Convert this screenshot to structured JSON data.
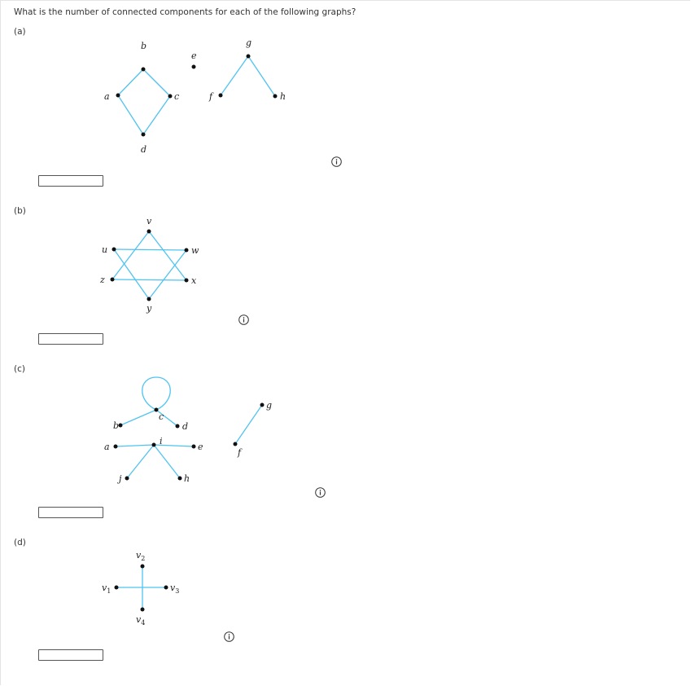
{
  "question": "What is the number of connected components for each of the following graphs?",
  "parts": [
    {
      "label": "(a)",
      "answer": ""
    },
    {
      "label": "(b)",
      "answer": ""
    },
    {
      "label": "(c)",
      "answer": ""
    },
    {
      "label": "(d)",
      "answer": ""
    }
  ],
  "info_icon": "info-circle-icon",
  "colors": {
    "edge": "#4fc3f0",
    "vertex": "#111111"
  },
  "graphs": {
    "a": {
      "vertices": [
        "a",
        "b",
        "c",
        "d",
        "e",
        "f",
        "g",
        "h"
      ]
    },
    "b": {
      "vertices": [
        "u",
        "v",
        "w",
        "x",
        "y",
        "z"
      ]
    },
    "c": {
      "vertices": [
        "a",
        "b",
        "c",
        "d",
        "e",
        "f",
        "g",
        "h",
        "i",
        "j"
      ]
    },
    "d": {
      "vertices": [
        "v1",
        "v2",
        "v3",
        "v4"
      ]
    }
  }
}
